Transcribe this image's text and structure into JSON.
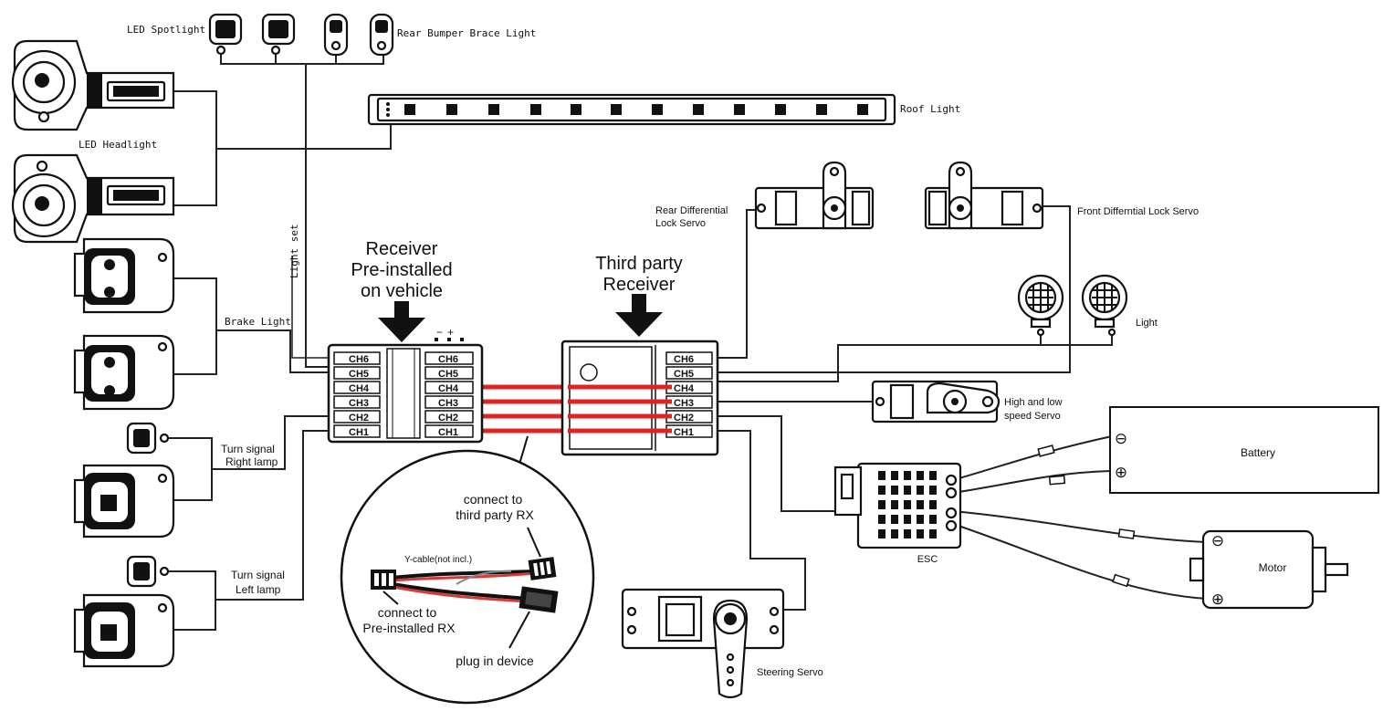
{
  "labels": {
    "led_spotlight": "LED Spotlight",
    "rear_bumper_brace_light": "Rear Bumper Brace Light",
    "roof_light": "Roof Light",
    "led_headlight": "LED Headlight",
    "light_set": "Light set",
    "brake_light": "Brake Light",
    "turn_signal_right": [
      "Turn signal",
      "Right lamp"
    ],
    "turn_signal_left": [
      "Turn signal",
      "Left lamp"
    ],
    "receiver_preinstalled": [
      "Receiver",
      "Pre-installed",
      "on vehicle"
    ],
    "third_party_receiver": [
      "Third party",
      "Receiver"
    ],
    "rear_diff_lock_servo": [
      "Rear Differential",
      "Lock Servo"
    ],
    "front_diff_lock_servo": "Front Differntial Lock Servo",
    "light": "Light",
    "high_low_speed_servo": [
      "High and low",
      "speed Servo"
    ],
    "battery": "Battery",
    "esc": "ESC",
    "motor": "Motor",
    "steering_servo": "Steering Servo",
    "polarity": [
      "−",
      "+"
    ],
    "battery_terminals": [
      "⊖",
      "⊕"
    ],
    "motor_terminals": [
      "⊖",
      "⊕"
    ]
  },
  "channels": [
    "CH6",
    "CH5",
    "CH4",
    "CH3",
    "CH2",
    "CH1"
  ],
  "inset": {
    "connect_third_party": [
      "connect to",
      "third party RX"
    ],
    "y_cable": "Y-cable(not incl.)",
    "connect_preinstalled": [
      "connect to",
      "Pre-installed RX"
    ],
    "plug_in_device": "plug in device"
  },
  "colors": {
    "y_cable_wire": "#e02424",
    "line": "#222222"
  }
}
